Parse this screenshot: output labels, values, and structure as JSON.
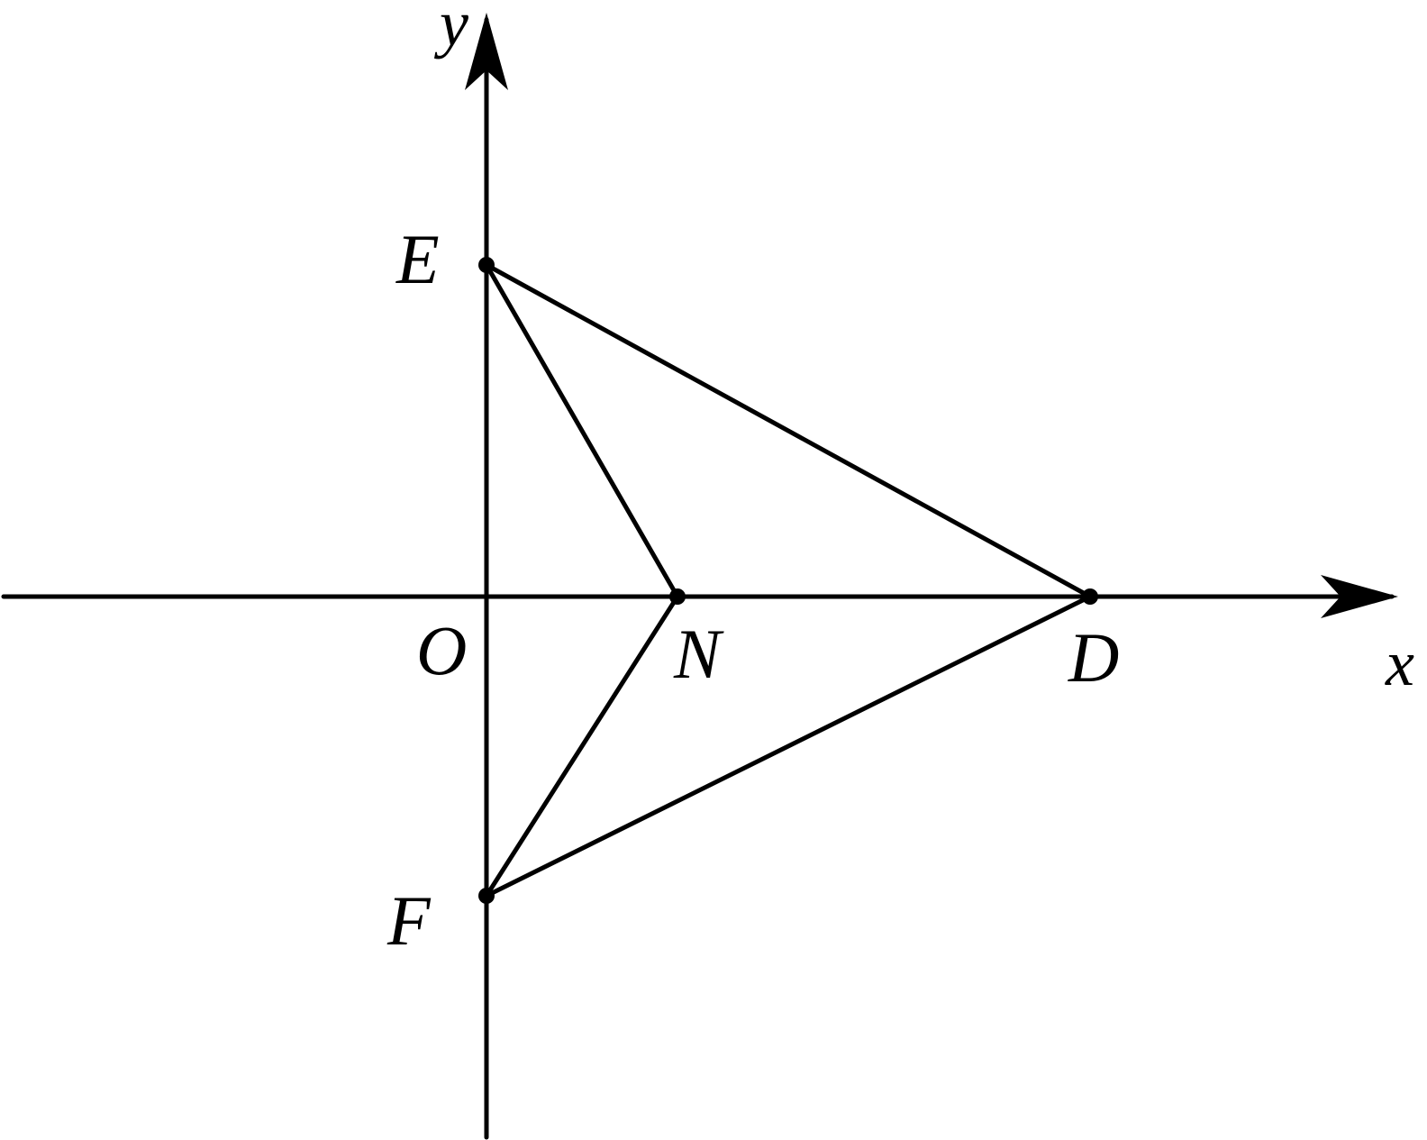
{
  "diagram": {
    "axes": {
      "x_label": "x",
      "y_label": "y",
      "origin_label": "O"
    },
    "points": {
      "E": "E",
      "F": "F",
      "N": "N",
      "D": "D"
    },
    "segments": [
      "EN",
      "NF",
      "ED",
      "FD"
    ],
    "colors": {
      "stroke": "#000000",
      "background": "#ffffff"
    }
  }
}
